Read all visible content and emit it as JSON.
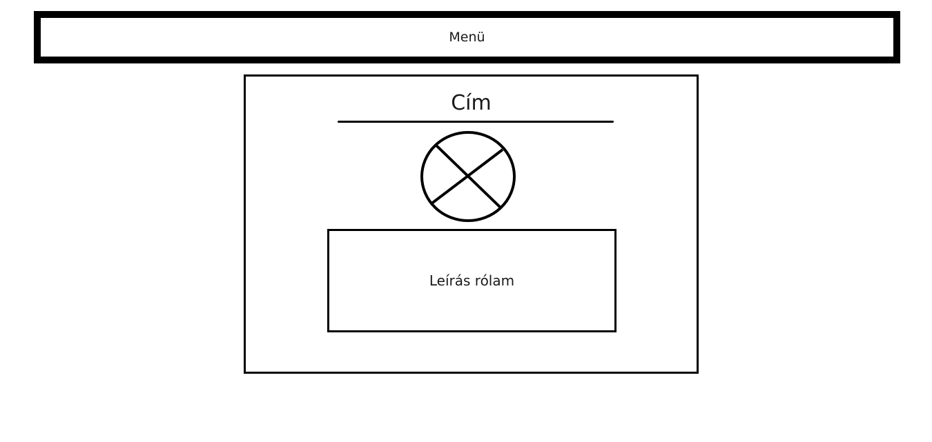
{
  "menu": {
    "label": "Menü"
  },
  "content": {
    "title": "Cím",
    "image_icon": "image-placeholder-icon",
    "description": "Leírás rólam"
  }
}
